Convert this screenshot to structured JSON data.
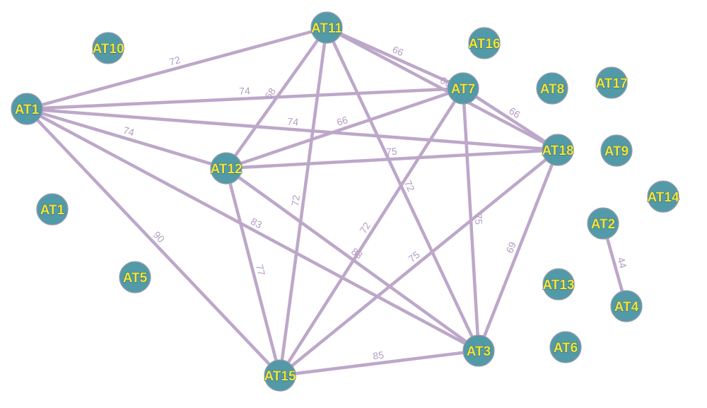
{
  "colors": {
    "edge": "#bda7c9",
    "edge_label": "#b39cc2",
    "node_fill": "#539aa8",
    "node_label": "#f4e43a"
  },
  "nodes": [
    {
      "id": "AT1",
      "label": "AT1"
    },
    {
      "id": "AT10",
      "label": "AT10"
    },
    {
      "id": "AT11",
      "label": "AT11"
    },
    {
      "id": "AT16",
      "label": "AT16"
    },
    {
      "id": "AT7",
      "label": "AT7"
    },
    {
      "id": "AT8",
      "label": "AT8"
    },
    {
      "id": "AT17",
      "label": "AT17"
    },
    {
      "id": "AT18",
      "label": "AT18"
    },
    {
      "id": "AT9",
      "label": "AT9"
    },
    {
      "id": "AT12",
      "label": "AT12"
    },
    {
      "id": "AT14",
      "label": "AT14"
    },
    {
      "id": "AT2",
      "label": "AT2"
    },
    {
      "id": "AT1b",
      "label": "AT1"
    },
    {
      "id": "AT5",
      "label": "AT5"
    },
    {
      "id": "AT13",
      "label": "AT13"
    },
    {
      "id": "AT4",
      "label": "AT4"
    },
    {
      "id": "AT3",
      "label": "AT3"
    },
    {
      "id": "AT6",
      "label": "AT6"
    },
    {
      "id": "AT15",
      "label": "AT15"
    }
  ],
  "edges": [
    {
      "source": "AT1",
      "target": "AT11",
      "weight": "72"
    },
    {
      "source": "AT1",
      "target": "AT7",
      "weight": "74"
    },
    {
      "source": "AT1",
      "target": "AT18",
      "weight": "74"
    },
    {
      "source": "AT1",
      "target": "AT12",
      "weight": "74"
    },
    {
      "source": "AT1",
      "target": "AT3",
      "weight": "83"
    },
    {
      "source": "AT1",
      "target": "AT15",
      "weight": "90"
    },
    {
      "source": "AT11",
      "target": "AT12",
      "weight": "68"
    },
    {
      "source": "AT11",
      "target": "AT7",
      "weight": "66"
    },
    {
      "source": "AT11",
      "target": "AT18",
      "weight": "66"
    },
    {
      "source": "AT11",
      "target": "AT3",
      "weight": "72"
    },
    {
      "source": "AT11",
      "target": "AT15",
      "weight": "72"
    },
    {
      "source": "AT7",
      "target": "AT12",
      "weight": "66"
    },
    {
      "source": "AT7",
      "target": "AT18",
      "weight": "66"
    },
    {
      "source": "AT7",
      "target": "AT3",
      "weight": "75"
    },
    {
      "source": "AT7",
      "target": "AT15",
      "weight": "72"
    },
    {
      "source": "AT12",
      "target": "AT18",
      "weight": "75"
    },
    {
      "source": "AT12",
      "target": "AT3",
      "weight": "83"
    },
    {
      "source": "AT12",
      "target": "AT15",
      "weight": "77"
    },
    {
      "source": "AT18",
      "target": "AT3",
      "weight": "69"
    },
    {
      "source": "AT18",
      "target": "AT15",
      "weight": "75"
    },
    {
      "source": "AT3",
      "target": "AT15",
      "weight": "85"
    },
    {
      "source": "AT2",
      "target": "AT4",
      "weight": "44"
    }
  ]
}
